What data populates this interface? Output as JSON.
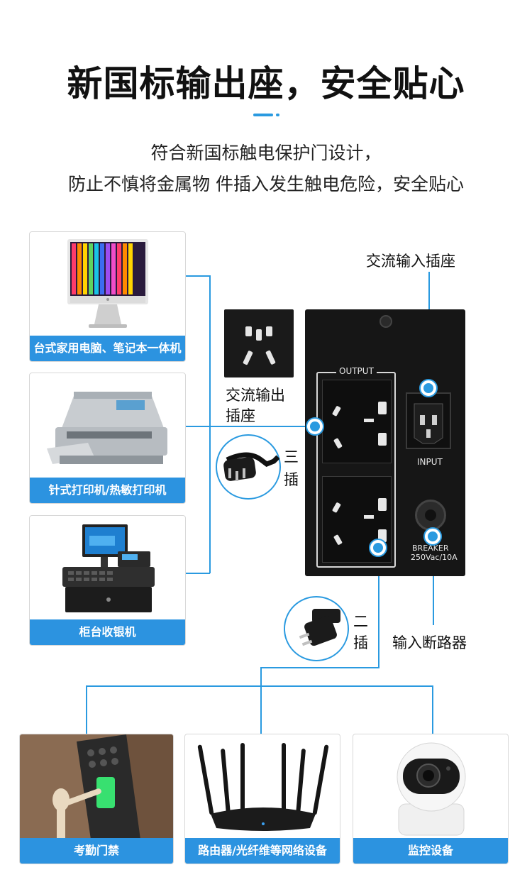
{
  "header": {
    "title": "新国标输出座，安全贴心",
    "subtitle_line1": "符合新国标触电保护门设计，",
    "subtitle_line2": "防止不慎将金属物 件插入发生触电危险，安全贴心"
  },
  "left_devices": [
    {
      "caption": "台式家用电脑、笔记本一体机",
      "icon": "desktop-computer-icon"
    },
    {
      "caption": "针式打印机/热敏打印机",
      "icon": "dot-matrix-printer-icon"
    },
    {
      "caption": "柜台收银机",
      "icon": "cash-register-icon"
    }
  ],
  "bottom_devices": [
    {
      "caption": "考勤门禁",
      "icon": "fingerprint-access-icon"
    },
    {
      "caption": "路由器/光纤维等网络设备",
      "icon": "router-icon"
    },
    {
      "caption": "监控设备",
      "icon": "security-camera-icon"
    }
  ],
  "labels": {
    "ac_input_socket": "交流输入插座",
    "ac_output_socket_line1": "交流输出",
    "ac_output_socket_line2": "插座",
    "three_pin_line1": "三",
    "three_pin_line2": "插",
    "two_pin_line1": "二",
    "two_pin_line2": "插",
    "input_breaker": "输入断路器"
  },
  "ups_panel": {
    "output_label": "OUTPUT",
    "input_label": "INPUT",
    "breaker_label_line1": "BREAKER",
    "breaker_label_line2": "250Vac/10A"
  },
  "colors": {
    "accent": "#2a9ae0",
    "caption_bg": "#2c93e0",
    "ups_body": "#161616"
  }
}
